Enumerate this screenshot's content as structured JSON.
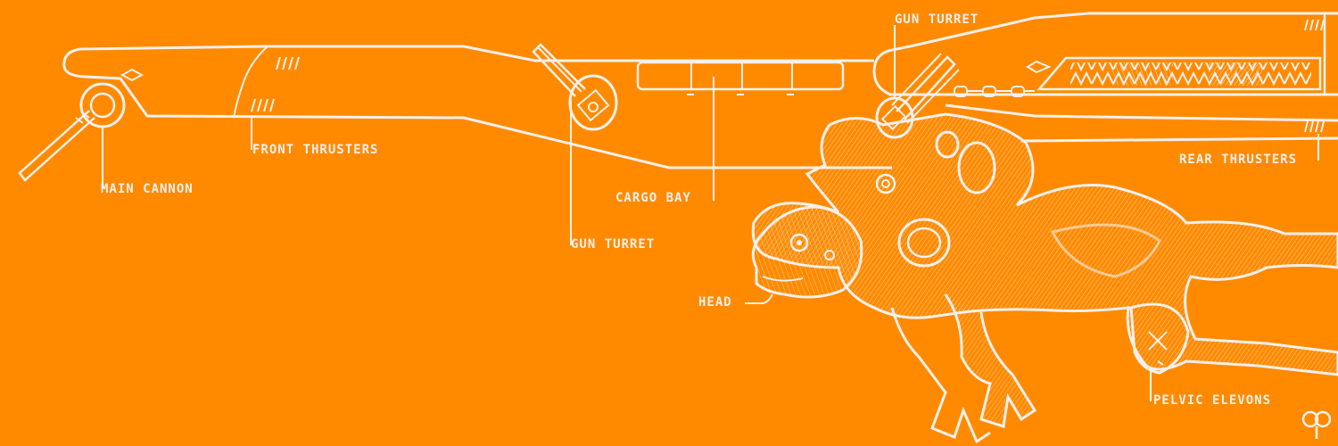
{
  "colors": {
    "background": "#ff8a00",
    "line": "#f5f0ec"
  },
  "labels": {
    "main_cannon": "MAIN CANNON",
    "front_thrusters": "FRONT THRUSTERS",
    "cargo_bay": "CARGO BAY",
    "gun_turret_lower": "GUN TURRET",
    "gun_turret_upper": "GUN TURRET",
    "rear_thrusters": "REAR THRUSTERS",
    "head": "HEAD",
    "pelvic_elevons": "PELVIC ELEVONS"
  },
  "icons": {
    "corner_logo": "logo-icon"
  }
}
